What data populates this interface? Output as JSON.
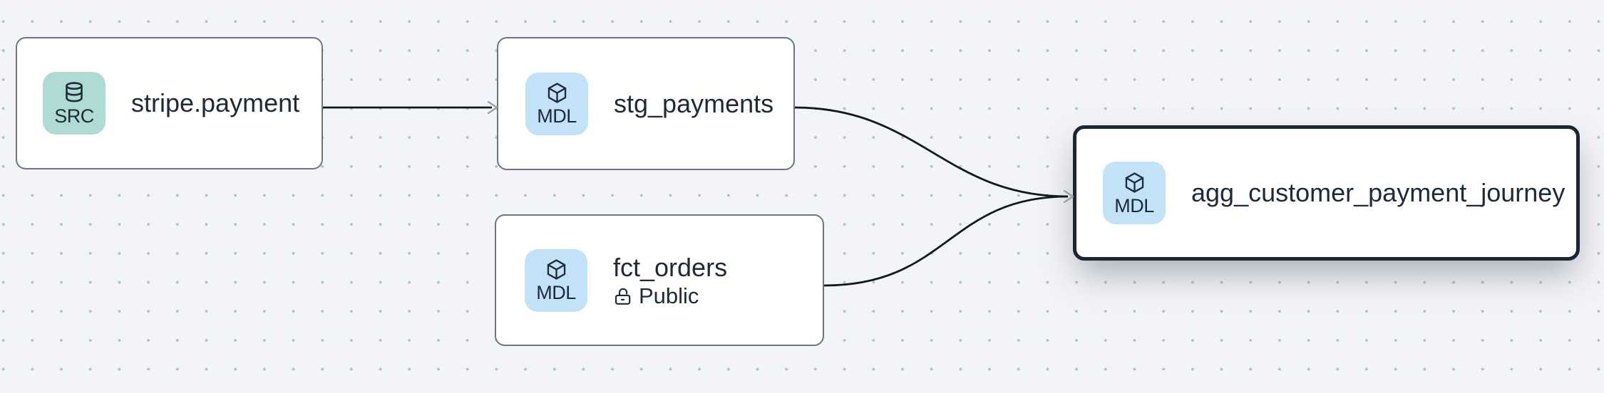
{
  "app": {
    "view": "lineage-graph"
  },
  "colors": {
    "canvas_bg": "#f3f4f7",
    "grid_dot": "#b8bcc5",
    "node_bg": "#ffffff",
    "node_border": "#6e7580",
    "selected_node_border": "#1b2533",
    "text": "#1e2a38",
    "src_badge_bg": "#aedbd4",
    "mdl_badge_bg": "#c2e2f8",
    "edge": "#15181b",
    "arrowhead": "#9aa1ab"
  },
  "nodes": [
    {
      "title": "stripe.payment",
      "badge_label": "SRC",
      "badge_icon": "database-icon",
      "type": "source",
      "selected": false
    },
    {
      "title": "stg_payments",
      "badge_label": "MDL",
      "badge_icon": "cube-icon",
      "type": "model",
      "selected": false
    },
    {
      "title": "fct_orders",
      "badge_label": "MDL",
      "badge_icon": "cube-icon",
      "type": "model",
      "selected": false,
      "access_icon": "lock-open-icon",
      "access_label": "Public"
    },
    {
      "title": "agg_customer_payment_journey",
      "badge_label": "MDL",
      "badge_icon": "cube-icon",
      "type": "model",
      "selected": true
    }
  ],
  "edges": [
    {
      "from": "stripe.payment",
      "to": "stg_payments"
    },
    {
      "from": "stg_payments",
      "to": "agg_customer_payment_journey"
    },
    {
      "from": "fct_orders",
      "to": "agg_customer_payment_journey"
    }
  ]
}
